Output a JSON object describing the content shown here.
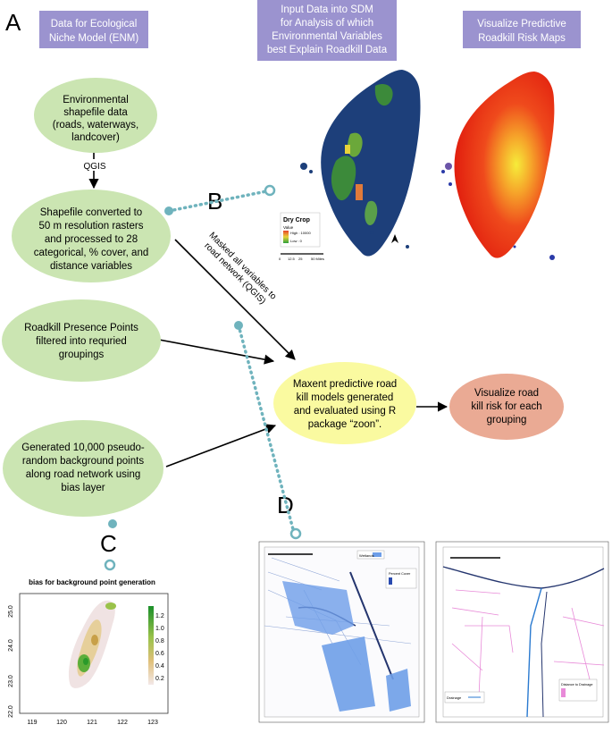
{
  "panel_letters": {
    "a": "A",
    "b": "B",
    "c": "C",
    "d": "D"
  },
  "headers": {
    "enm": [
      "Data for Ecological",
      "Niche Model (ENM)"
    ],
    "sdm": [
      "Input Data into SDM",
      "for Analysis of which",
      "Environmental Variables",
      "best Explain Roadkill Data"
    ],
    "viz": [
      "Visualize Predictive",
      "Roadkill Risk Maps"
    ]
  },
  "nodes": {
    "env": [
      "Environmental",
      "shapefile data",
      "(roads, waterways,",
      "landcover)"
    ],
    "shape": [
      "Shapefile converted to",
      "50 m resolution rasters",
      "and processed to 28",
      "categorical, % cover, and",
      "distance variables"
    ],
    "roadkill": [
      "Roadkill Presence Points",
      "filtered into requried",
      "groupings"
    ],
    "bg": [
      "Generated 10,000 pseudo-",
      "random background points",
      "along road network using",
      "bias layer"
    ],
    "maxent": [
      "Maxent predictive road",
      "kill models generated",
      "and evaluated using R",
      "package “zoon”."
    ],
    "visualize": [
      "Visualize road",
      "kill risk for each",
      "grouping"
    ]
  },
  "edge_labels": {
    "qgis": "QGIS",
    "masked": [
      "Masked all variables to",
      "road network (QGIS)"
    ]
  },
  "drycrop_legend": {
    "title": "Dry Crop",
    "value_label": "Value",
    "high": "High : 10000",
    "low": "Low : 0",
    "scale": [
      "0",
      "12.5",
      "25",
      "50 Miles"
    ]
  },
  "bias_plot": {
    "title": "bias for background point generation",
    "x_ticks": [
      "119",
      "120",
      "121",
      "122",
      "123"
    ],
    "y_ticks": [
      "22.0",
      "23.0",
      "24.0",
      "25.0"
    ],
    "legend_ticks": [
      "0.2",
      "0.4",
      "0.6",
      "0.8",
      "1.0",
      "1.2"
    ]
  },
  "detail_maps": {
    "legend_wetlands": "Wetlands",
    "legend_forest": "Percent Cover",
    "legend_drainage": "Drainage",
    "legend_distance": "Distance to Drainage"
  },
  "colors": {
    "header_bg": "#9b93cf",
    "green_node": "#cbe5b2",
    "yellow_node": "#fafaa0",
    "salmon_node": "#eaaa94",
    "teal_line": "#6fb3bd",
    "taiwan_navy": "#1d3f7a",
    "risk_red": "#ec2a1a"
  }
}
